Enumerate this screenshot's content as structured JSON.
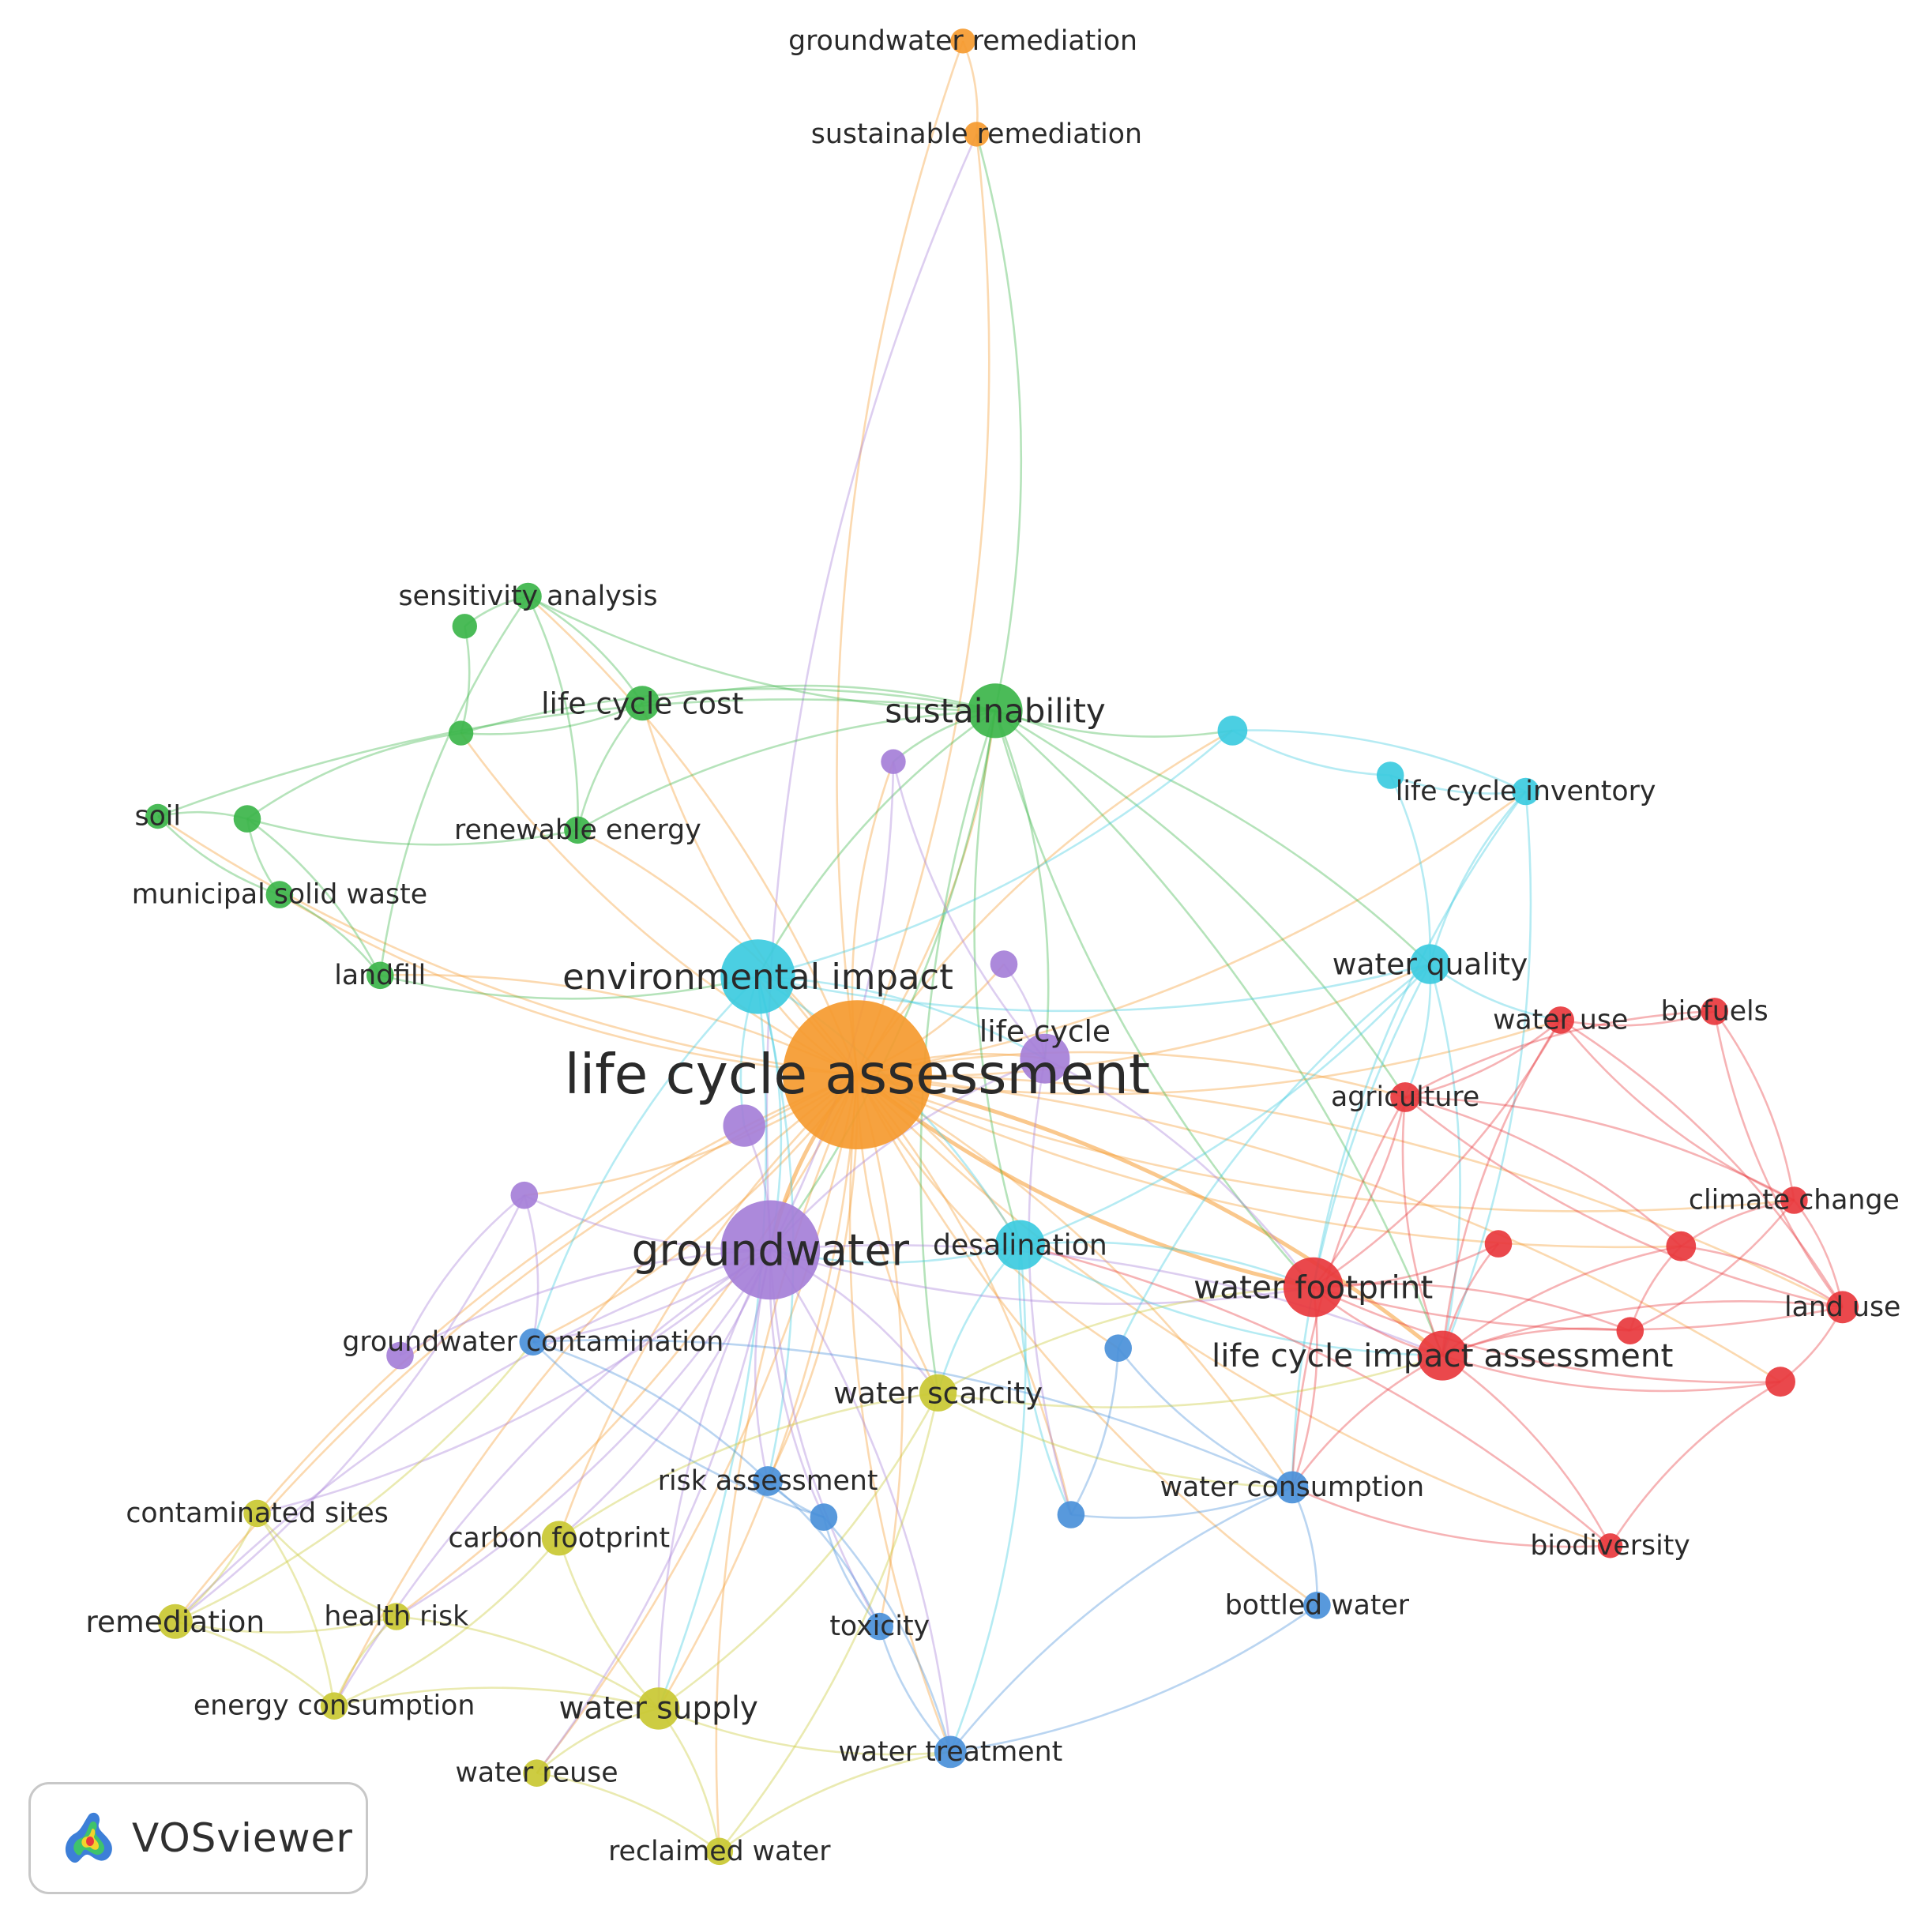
{
  "app": {
    "brand": "VOSviewer",
    "logo_icon": "vosviewer-logo-icon"
  },
  "clusters": {
    "red": "#e8383d",
    "green": "#3cb54a",
    "blue": "#4a90d9",
    "yellow": "#c9c832",
    "purple": "#a57fd8",
    "cyan": "#3ccbe0",
    "orange": "#f59a2f"
  },
  "nodes": [
    {
      "id": "lca",
      "label": "life cycle assessment",
      "cluster": "orange"
    },
    {
      "id": "gw_rem",
      "label": "groundwater remediation",
      "cluster": "orange"
    },
    {
      "id": "sus_rem",
      "label": "sustainable remediation",
      "cluster": "orange"
    },
    {
      "id": "sens",
      "label": "sensitivity analysis",
      "cluster": "green"
    },
    {
      "id": "g1",
      "label": "",
      "cluster": "green"
    },
    {
      "id": "g2",
      "label": "",
      "cluster": "green"
    },
    {
      "id": "lcc",
      "label": "life cycle cost",
      "cluster": "green"
    },
    {
      "id": "sust",
      "label": "sustainability",
      "cluster": "green"
    },
    {
      "id": "soil",
      "label": "soil",
      "cluster": "green"
    },
    {
      "id": "g3",
      "label": "",
      "cluster": "green"
    },
    {
      "id": "renew",
      "label": "renewable energy",
      "cluster": "green"
    },
    {
      "id": "msw",
      "label": "municipal solid waste",
      "cluster": "green"
    },
    {
      "id": "landfill",
      "label": "landfill",
      "cluster": "green"
    },
    {
      "id": "envimp",
      "label": "environmental impact",
      "cluster": "cyan"
    },
    {
      "id": "c1",
      "label": "",
      "cluster": "cyan"
    },
    {
      "id": "lci",
      "label": "life cycle inventory",
      "cluster": "cyan"
    },
    {
      "id": "c2",
      "label": "",
      "cluster": "cyan"
    },
    {
      "id": "wq",
      "label": "water quality",
      "cluster": "cyan"
    },
    {
      "id": "desal",
      "label": "desalination",
      "cluster": "cyan"
    },
    {
      "id": "p1",
      "label": "",
      "cluster": "purple"
    },
    {
      "id": "p2",
      "label": "",
      "cluster": "purple"
    },
    {
      "id": "lc",
      "label": "life cycle",
      "cluster": "purple"
    },
    {
      "id": "p3",
      "label": "",
      "cluster": "purple"
    },
    {
      "id": "p4",
      "label": "",
      "cluster": "purple"
    },
    {
      "id": "gw",
      "label": "groundwater",
      "cluster": "purple"
    },
    {
      "id": "p5",
      "label": "",
      "cluster": "purple"
    },
    {
      "id": "wateruse",
      "label": "water use",
      "cluster": "red"
    },
    {
      "id": "biofuels",
      "label": "biofuels",
      "cluster": "red"
    },
    {
      "id": "agri",
      "label": "agriculture",
      "cluster": "red"
    },
    {
      "id": "climate",
      "label": "climate change",
      "cluster": "red"
    },
    {
      "id": "r1",
      "label": "",
      "cluster": "red"
    },
    {
      "id": "r2",
      "label": "",
      "cluster": "red"
    },
    {
      "id": "landuse",
      "label": "land use",
      "cluster": "red"
    },
    {
      "id": "wf",
      "label": "water footprint",
      "cluster": "red"
    },
    {
      "id": "r3",
      "label": "",
      "cluster": "red"
    },
    {
      "id": "lcia",
      "label": "life cycle impact assessment",
      "cluster": "red"
    },
    {
      "id": "r4",
      "label": "",
      "cluster": "red"
    },
    {
      "id": "biodiv",
      "label": "biodiversity",
      "cluster": "red"
    },
    {
      "id": "gwcont",
      "label": "groundwater contamination",
      "cluster": "blue"
    },
    {
      "id": "b1",
      "label": "",
      "cluster": "blue"
    },
    {
      "id": "risk",
      "label": "risk assessment",
      "cluster": "blue"
    },
    {
      "id": "b2",
      "label": "",
      "cluster": "blue"
    },
    {
      "id": "b3",
      "label": "",
      "cluster": "blue"
    },
    {
      "id": "wcons",
      "label": "water consumption",
      "cluster": "blue"
    },
    {
      "id": "bottled",
      "label": "bottled water",
      "cluster": "blue"
    },
    {
      "id": "toxicity",
      "label": "toxicity",
      "cluster": "blue"
    },
    {
      "id": "wtreat",
      "label": "water treatment",
      "cluster": "blue"
    },
    {
      "id": "wscar",
      "label": "water scarcity",
      "cluster": "yellow"
    },
    {
      "id": "contam",
      "label": "contaminated sites",
      "cluster": "yellow"
    },
    {
      "id": "carbon",
      "label": "carbon footprint",
      "cluster": "yellow"
    },
    {
      "id": "remed",
      "label": "remediation",
      "cluster": "yellow"
    },
    {
      "id": "health",
      "label": "health risk",
      "cluster": "yellow"
    },
    {
      "id": "energy",
      "label": "energy consumption",
      "cluster": "yellow"
    },
    {
      "id": "wsupply",
      "label": "water supply",
      "cluster": "yellow"
    },
    {
      "id": "reuse",
      "label": "water reuse",
      "cluster": "yellow"
    },
    {
      "id": "reclaimed",
      "label": "reclaimed water",
      "cluster": "yellow"
    }
  ]
}
